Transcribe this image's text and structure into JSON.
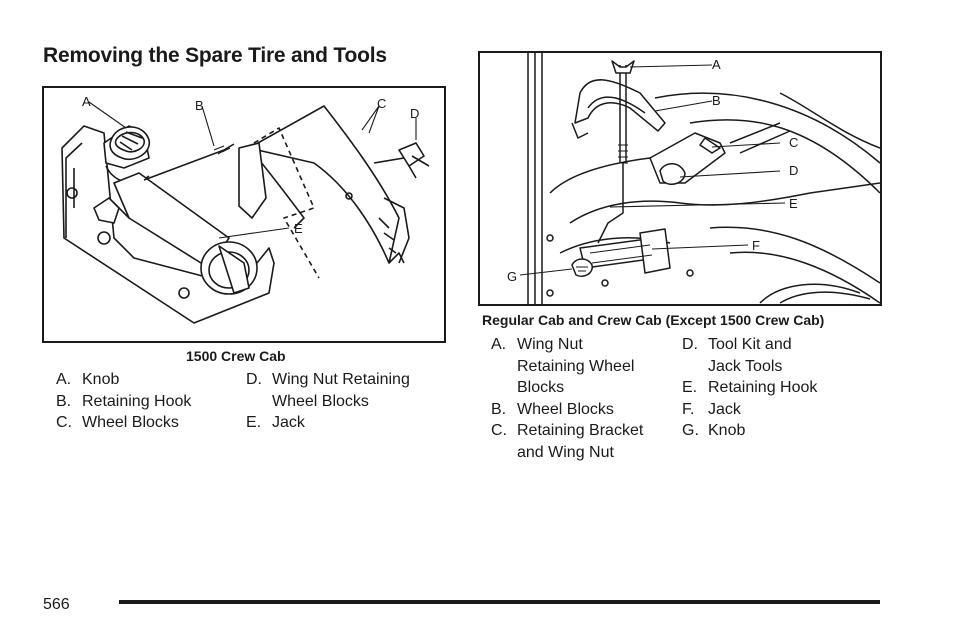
{
  "page": {
    "title": "Removing the Spare Tire and Tools",
    "page_number": "566"
  },
  "figure_left": {
    "caption": "1500 Crew Cab",
    "callouts": [
      "A",
      "B",
      "C",
      "D",
      "E"
    ],
    "legend": [
      {
        "letter": "A.",
        "lines": [
          "Knob"
        ]
      },
      {
        "letter": "B.",
        "lines": [
          "Retaining Hook"
        ]
      },
      {
        "letter": "C.",
        "lines": [
          "Wheel Blocks"
        ]
      },
      {
        "letter": "D.",
        "lines": [
          "Wing Nut Retaining",
          "Wheel Blocks"
        ]
      },
      {
        "letter": "E.",
        "lines": [
          "Jack"
        ]
      }
    ]
  },
  "figure_right": {
    "caption": "Regular Cab and Crew Cab (Except 1500 Crew Cab)",
    "callouts": [
      "A",
      "B",
      "C",
      "D",
      "E",
      "F",
      "G"
    ],
    "legend": [
      {
        "letter": "A.",
        "lines": [
          "Wing Nut",
          "Retaining Wheel",
          "Blocks"
        ]
      },
      {
        "letter": "B.",
        "lines": [
          "Wheel Blocks"
        ]
      },
      {
        "letter": "C.",
        "lines": [
          "Retaining Bracket",
          "and Wing Nut"
        ]
      },
      {
        "letter": "D.",
        "lines": [
          "Tool Kit and",
          "Jack Tools"
        ]
      },
      {
        "letter": "E.",
        "lines": [
          "Retaining Hook"
        ]
      },
      {
        "letter": "F.",
        "lines": [
          "Jack"
        ]
      },
      {
        "letter": "G.",
        "lines": [
          "Knob"
        ]
      }
    ]
  }
}
